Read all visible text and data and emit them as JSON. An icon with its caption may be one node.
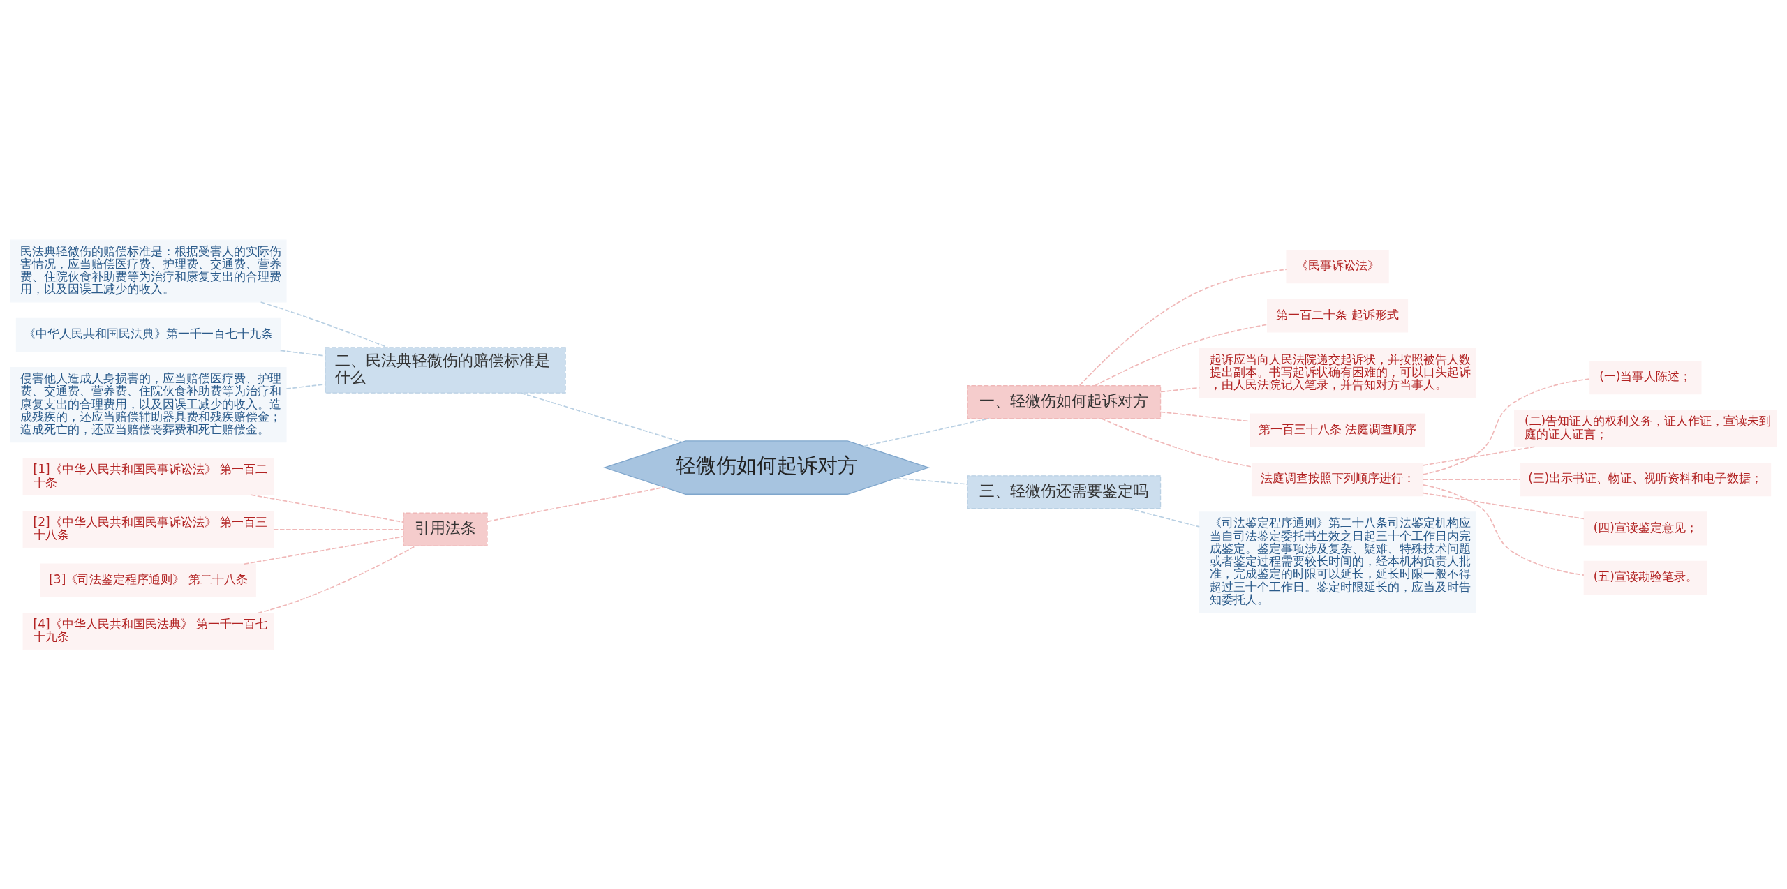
{
  "diagram": {
    "nodes": [
      {
        "text": [
          "轻微伤如何起诉对方"
        ]
      },
      {
        "text": [
          "一、轻微伤如何起诉对方"
        ]
      },
      {
        "text": [
          "《民事诉讼法》"
        ]
      },
      {
        "text": [
          "第一百二十条 起诉形式"
        ]
      },
      {
        "text": [
          "起诉应当向人民法院递交起诉状，并按照被告人数提出副本。书写起诉状确有困难的，可以口头起诉，由人民法院记入笔录，并告知对方当事人。"
        ]
      },
      {
        "text": [
          "第一百三十八条 法庭调查顺序"
        ]
      },
      {
        "text": [
          "法庭调查按照下列顺序进行："
        ]
      },
      {
        "text": [
          "(一)当事人陈述；"
        ]
      },
      {
        "text": [
          "(二)告知证人的权利义务，证人作证，宣读未到庭的证人证言；"
        ]
      },
      {
        "text": [
          "(三)出示书证、物证、视听资料和电子数据；"
        ]
      },
      {
        "text": [
          "(四)宣读鉴定意见；"
        ]
      },
      {
        "text": [
          "(五)宣读勘验笔录。"
        ]
      },
      {
        "text": [
          "三、轻微伤还需要鉴定吗"
        ]
      },
      {
        "text": [
          "《司法鉴定程序通则》第二十八条司法鉴定机构应当自司法鉴定委托书生效之日起三十个工作日内完成鉴定。鉴定事项涉及复杂、疑难、特殊技术问题或者鉴定过程需要较长时间的，经本机构负责人批准，完成鉴定的时限可以延长，延长时限一般不得超过三十个工作日。鉴定时限延长的，应当及时告知委托人。"
        ]
      },
      {
        "text": [
          "二、民法典轻微伤的赔偿标准是什么"
        ]
      },
      {
        "text": [
          "民法典轻微伤的赔偿标准是：根据受害人的实际伤害情况，应当赔偿医疗费、护理费、交通费、营养费、住院伙食补助费等为治疗和康复支出的合理费用，以及因误工减少的收入。"
        ]
      },
      {
        "text": [
          "《中华人民共和国民法典》第一千一百七十九条"
        ]
      },
      {
        "text": [
          "侵害他人造成人身损害的，应当赔偿医疗费、护理费、交通费、营养费、住院伙食补助费等为治疗和康复支出的合理费用，以及因误工减少的收入。造成残疾的，还应当赔偿辅助器具费和残疾赔偿金；造成死亡的，还应当赔偿丧葬费和死亡赔偿金。"
        ]
      },
      {
        "text": [
          "引用法条"
        ]
      },
      {
        "text": [
          "[1]《中华人民共和国民事诉讼法》 第一百二十条"
        ]
      },
      {
        "text": [
          "[2]《中华人民共和国民事诉讼法》 第一百三十八条"
        ]
      },
      {
        "text": [
          "[3]《司法鉴定程序通则》 第二十八条"
        ]
      },
      {
        "text": [
          "[4]《中华人民共和国民法典》 第一千一百七十九条"
        ]
      }
    ],
    "edges": [
      {
        "from": 0,
        "to": 1,
        "arrow": "none",
        "style": "dashed",
        "color": "#b9d0e3"
      },
      {
        "from": 1,
        "to": 2,
        "arrow": "none",
        "style": "dashed"
      },
      {
        "from": 1,
        "to": 3,
        "arrow": "none",
        "style": "dashed"
      },
      {
        "from": 1,
        "to": 4,
        "arrow": "none",
        "style": "dashed"
      },
      {
        "from": 1,
        "to": 5,
        "arrow": "none",
        "style": "dashed"
      },
      {
        "from": 1,
        "to": 6,
        "arrow": "none",
        "style": "dashed"
      },
      {
        "from": 6,
        "to": 7,
        "arrow": "none",
        "style": "dashed"
      },
      {
        "from": 6,
        "to": 8,
        "arrow": "none",
        "style": "dashed"
      },
      {
        "from": 6,
        "to": 9,
        "arrow": "none",
        "style": "dashed"
      },
      {
        "from": 6,
        "to": 10,
        "arrow": "none",
        "style": "dashed"
      },
      {
        "from": 6,
        "to": 11,
        "arrow": "none",
        "style": "dashed"
      },
      {
        "from": 0,
        "to": 12,
        "arrow": "none",
        "style": "dashed",
        "color": "#b9d0e3"
      },
      {
        "from": 12,
        "to": 13,
        "arrow": "none",
        "style": "dashed",
        "color": "#b9d0e3"
      },
      {
        "from": 14,
        "to": 0,
        "arrow": "none",
        "style": "dashed",
        "color": "#b9d0e3"
      },
      {
        "from": 15,
        "to": 14,
        "arrow": "none",
        "style": "dashed",
        "color": "#b9d0e3"
      },
      {
        "from": 16,
        "to": 14,
        "arrow": "none",
        "style": "dashed",
        "color": "#b9d0e3"
      },
      {
        "from": 17,
        "to": 14,
        "arrow": "none",
        "style": "dashed",
        "color": "#b9d0e3"
      },
      {
        "from": 18,
        "to": 0,
        "arrow": "none",
        "style": "dashed"
      },
      {
        "from": 19,
        "to": 18,
        "arrow": "none",
        "style": "dashed"
      },
      {
        "from": 20,
        "to": 18,
        "arrow": "none",
        "style": "dashed"
      },
      {
        "from": 21,
        "to": 18,
        "arrow": "none",
        "style": "dashed"
      },
      {
        "from": 22,
        "to": 18,
        "arrow": "none",
        "style": "dashed"
      }
    ]
  }
}
